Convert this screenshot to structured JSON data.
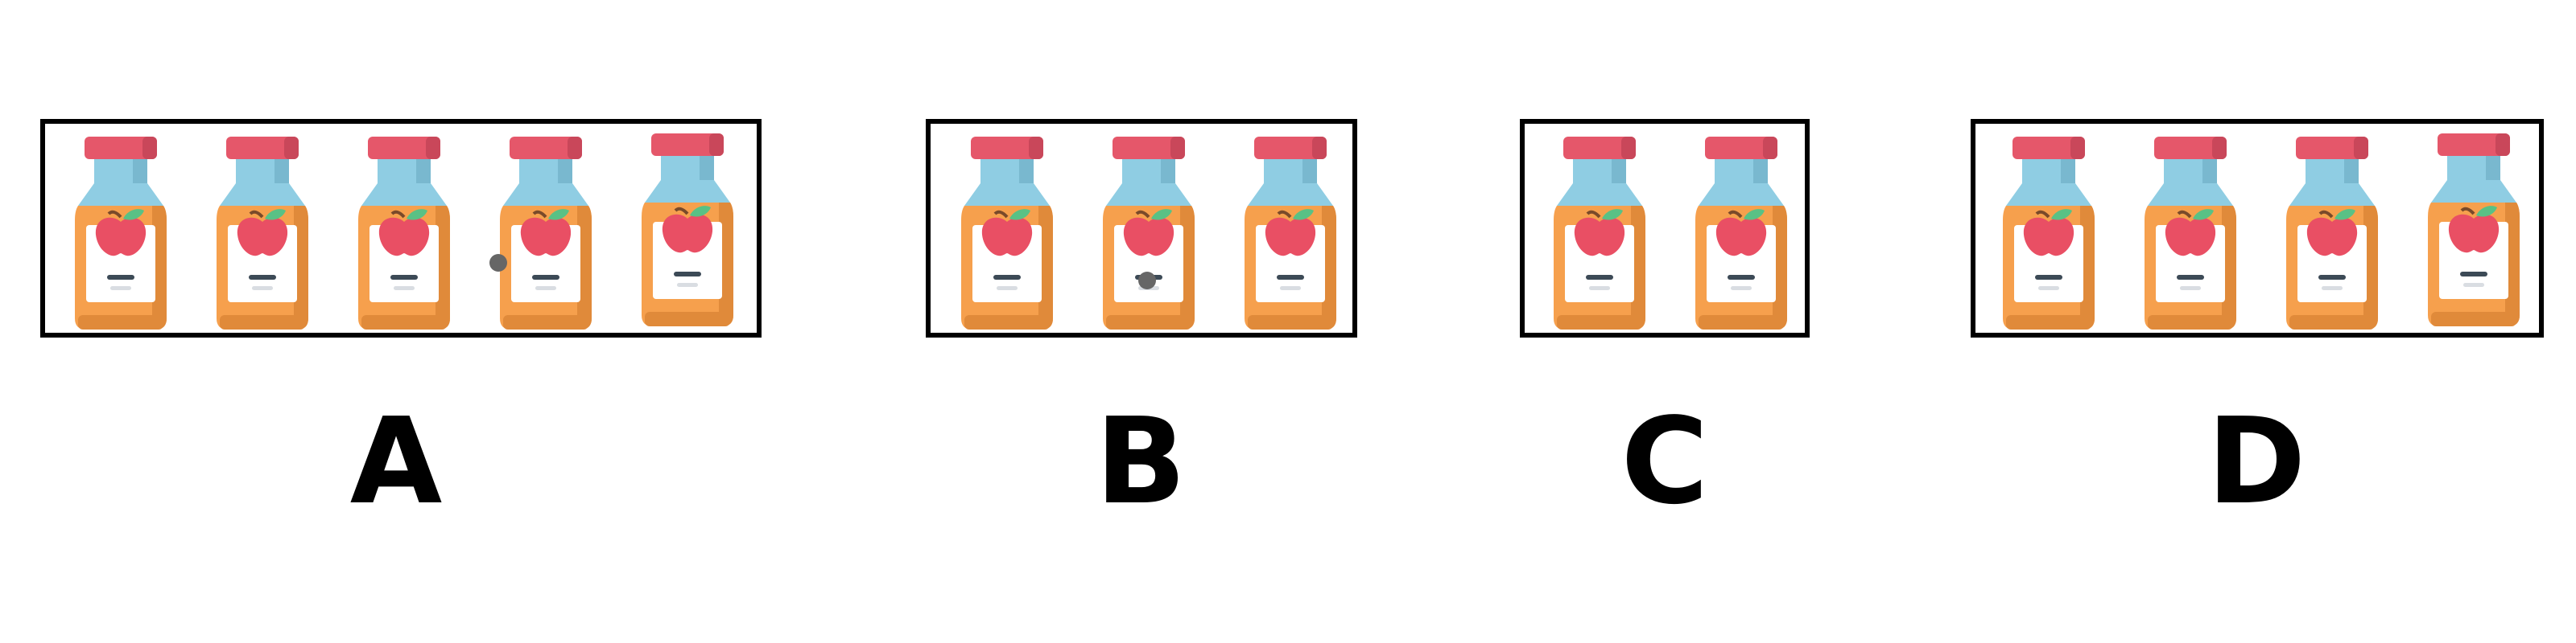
{
  "options": [
    {
      "label": "A",
      "bottle_count": 5,
      "bottle_icon": "apple-juice-bottle-icon"
    },
    {
      "label": "B",
      "bottle_count": 3,
      "bottle_icon": "apple-juice-bottle-icon"
    },
    {
      "label": "C",
      "bottle_count": 2,
      "bottle_icon": "apple-juice-bottle-icon"
    },
    {
      "label": "D",
      "bottle_count": 4,
      "bottle_icon": "apple-juice-bottle-icon"
    }
  ],
  "colors": {
    "border": "#000000",
    "cap": "#E5576A",
    "neck": "#8FCDE3",
    "body": "#F6A04D",
    "body_shade": "#E08A3A",
    "label_bg": "#FFFFFF",
    "apple": "#E94F64",
    "leaf": "#59C185",
    "dot": "#666666"
  }
}
